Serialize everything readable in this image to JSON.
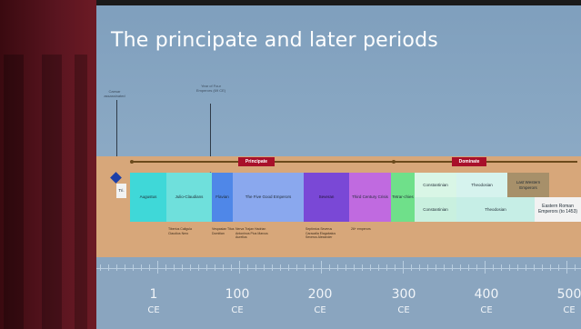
{
  "slide": {
    "title": "The principate and later periods"
  },
  "notes": {
    "caesar": "Caesar assassinated",
    "four_emperors": "Year of Four Emperors (69 CE)"
  },
  "eras": {
    "principate": "Principate",
    "dominate": "Dominate"
  },
  "periods": {
    "tri": "Tri.",
    "augustus": "Augustus",
    "julio": "Julio-Claudians",
    "flavian": "Flavian",
    "five_good": "The Five Good Emperors",
    "severan": "Severan",
    "crisis": "Third Century Crisis",
    "tetrarchies": "Tetrar-chies",
    "constantinian_a": "Constantinian",
    "constantinian_b": "Constantinian",
    "theodosian_a": "Theodosian",
    "theodosian_b": "Theodosian",
    "last_western": "Last Western Emperors",
    "eastern_roman": "Eastern Roman Emperors (to 1453)"
  },
  "rulers": {
    "julio": "Tiberius Caligula Claudius Nero",
    "flavian": "Vespasian Titus Domitian",
    "five_good": "Nerva Trajan Hadrian Antoninus Pius Marcus Aurelius",
    "severan": "Septimius Severus Caracalla Elagabalus Severus Alexander",
    "crisis": "26+ emperors"
  },
  "axis": {
    "labels": [
      {
        "year": "1",
        "era": "CE"
      },
      {
        "year": "100",
        "era": "CE"
      },
      {
        "year": "200",
        "era": "CE"
      },
      {
        "year": "300",
        "era": "CE"
      },
      {
        "year": "400",
        "era": "CE"
      },
      {
        "year": "500",
        "era": "CE"
      }
    ]
  },
  "colors": {
    "principate_tag": "#a8102a",
    "dominate_tag": "#a8102a",
    "band": "#d7a77a",
    "panel": "#8aa5bf"
  }
}
